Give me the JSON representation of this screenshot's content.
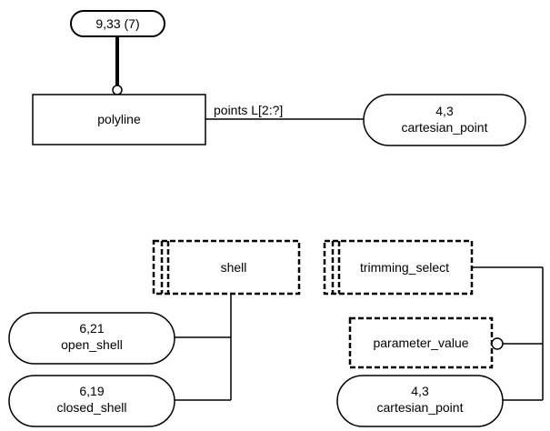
{
  "diagram": {
    "page_ref": {
      "text": "9,33 (7)"
    },
    "polyline": {
      "label": "polyline"
    },
    "points_relation": {
      "label": "points L[2:?]"
    },
    "cartesian_point_top": {
      "ref": "4,3",
      "name": "cartesian_point"
    },
    "shell": {
      "label": "shell"
    },
    "open_shell": {
      "ref": "6,21",
      "name": "open_shell"
    },
    "closed_shell": {
      "ref": "6,19",
      "name": "closed_shell"
    },
    "trimming_select": {
      "label": "trimming_select"
    },
    "parameter_value": {
      "label": "parameter_value"
    },
    "cartesian_point_bottom": {
      "ref": "4,3",
      "name": "cartesian_point"
    }
  }
}
